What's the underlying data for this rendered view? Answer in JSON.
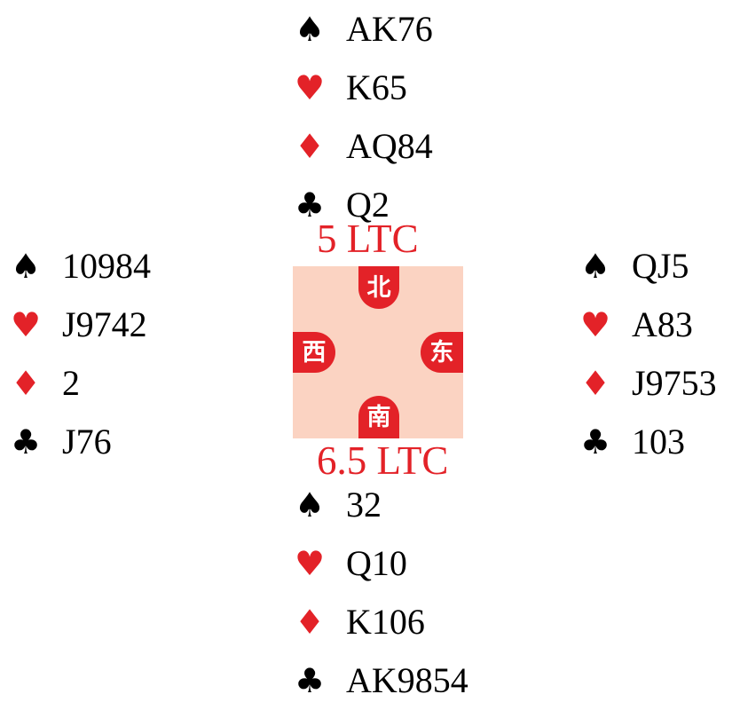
{
  "suits": {
    "spades": {
      "glyph": "♠",
      "color": "#000000",
      "icon": "spade-icon"
    },
    "hearts": {
      "glyph": "♥",
      "color": "#e32228",
      "icon": "heart-icon"
    },
    "diamonds": {
      "glyph": "♦",
      "color": "#e32228",
      "icon": "diamond-icon"
    },
    "clubs": {
      "glyph": "♣",
      "color": "#000000",
      "icon": "club-icon"
    }
  },
  "hands": {
    "north": {
      "spades": "AK76",
      "hearts": "K65",
      "diamonds": "AQ84",
      "clubs": "Q2"
    },
    "west": {
      "spades": "10984",
      "hearts": "J9742",
      "diamonds": "2",
      "clubs": "J76"
    },
    "east": {
      "spades": "QJ5",
      "hearts": "A83",
      "diamonds": "J9753",
      "clubs": "103"
    },
    "south": {
      "spades": "32",
      "hearts": "Q10",
      "diamonds": "K106",
      "clubs": "AK9854"
    }
  },
  "table": {
    "north_label": "北",
    "south_label": "南",
    "west_label": "西",
    "east_label": "东",
    "background_color": "#fbd3c2",
    "seat_color": "#e32228"
  },
  "ltc": {
    "north": "5 LTC",
    "south": "6.5 LTC",
    "color": "#e32228"
  }
}
